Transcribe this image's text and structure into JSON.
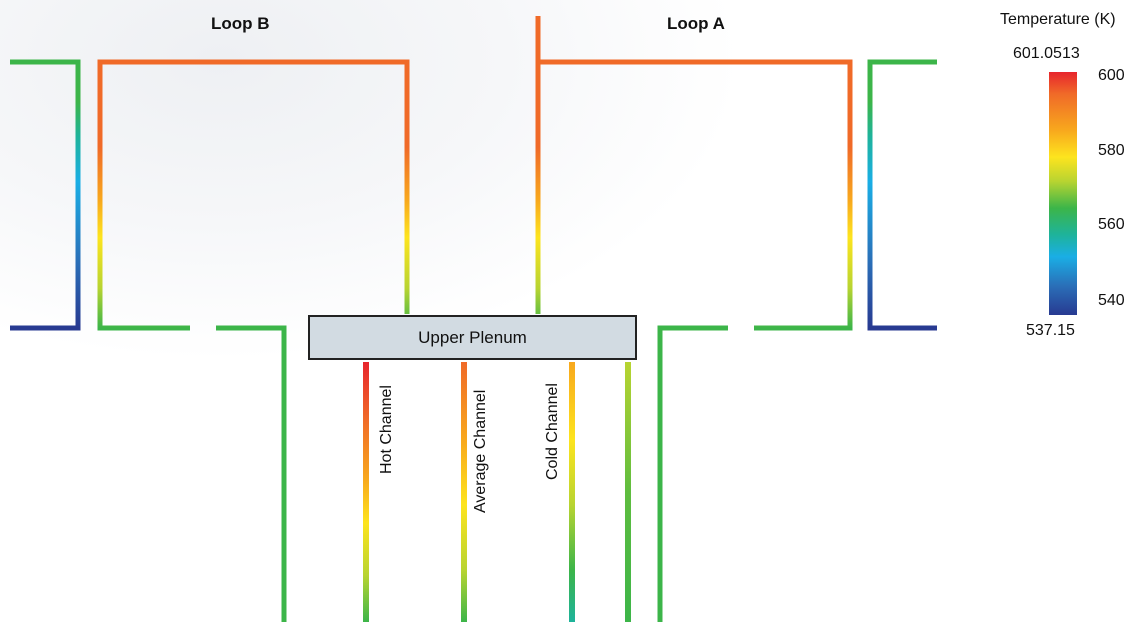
{
  "loops": {
    "loop_b": "Loop B",
    "loop_a": "Loop A"
  },
  "plenum": {
    "label": "Upper Plenum"
  },
  "channels": {
    "hot": "Hot Channel",
    "average": "Average Channel",
    "cold": "Cold Channel"
  },
  "legend": {
    "title": "Temperature (K)",
    "max": "601.0513",
    "min": "537.15",
    "ticks": [
      "600",
      "580",
      "560",
      "540"
    ]
  },
  "colors": {
    "red": "#e7252d",
    "orange": "#f06a28",
    "yellow": "#fde41e",
    "green": "#3cb549",
    "cyan": "#1aaee5",
    "blue": "#283a91"
  }
}
